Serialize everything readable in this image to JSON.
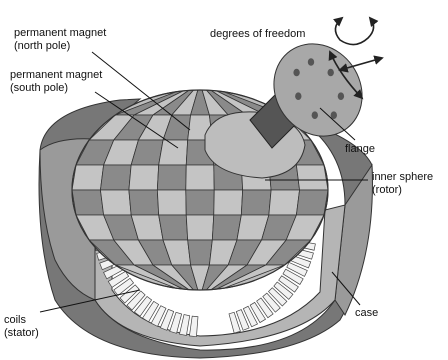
{
  "labels": {
    "north_pole": [
      "permanent magnet",
      "(north pole)"
    ],
    "south_pole": [
      "permanent magnet",
      "(south pole)"
    ],
    "degrees_of_freedom": "degrees of freedom",
    "flange": "flange",
    "inner_sphere": [
      "inner sphere",
      "(rotor)"
    ],
    "case": "case",
    "coils": [
      "coils",
      "(stator)"
    ]
  },
  "colors": {
    "case_outer": "#777777",
    "case_inner": "#9a9a9a",
    "case_rim": "#b5b5b5",
    "magnet_dark": "#8a8a8a",
    "magnet_light": "#c4c4c4",
    "rotor": "#bdbdbd",
    "flange": "#a8a8a8",
    "shaft": "#555555",
    "coil": "#f2f2f2",
    "line": "#222222"
  }
}
